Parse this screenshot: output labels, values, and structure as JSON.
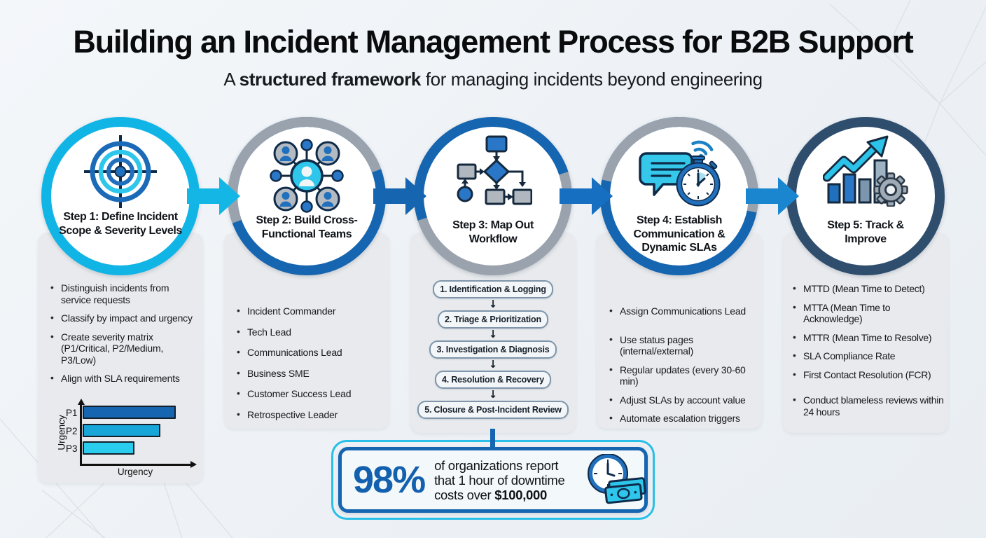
{
  "page": {
    "title": "Building an Incident Management Process for B2B Support",
    "subtitle_prefix": "A ",
    "subtitle_bold": "structured framework",
    "subtitle_suffix": " for managing incidents beyond engineering"
  },
  "steps": [
    {
      "label": "Step 1: Define Incident Scope & Severity Levels",
      "icon": "target-icon",
      "bullets": [
        "Distinguish incidents from service requests",
        "Classify by impact and urgency",
        "Create severity matrix (P1/Critical, P2/Medium, P3/Low)",
        "Align with SLA requirements"
      ]
    },
    {
      "label": "Step 2: Build Cross-Functional Teams",
      "icon": "team-network-icon",
      "bullets": [
        "Incident Commander",
        "Tech Lead",
        "Communications Lead",
        "Business SME",
        "Customer Success Lead",
        "Retrospective Leader"
      ]
    },
    {
      "label": "Step 3: Map Out Workflow",
      "icon": "flowchart-icon",
      "workflow": [
        "1. Identification & Logging",
        "2. Triage & Prioritization",
        "3. Investigation & Diagnosis",
        "4. Resolution & Recovery",
        "5. Closure & Post-Incident Review"
      ]
    },
    {
      "label": "Step 4: Establish Communication & Dynamic SLAs",
      "icon": "communication-timer-icon",
      "bullets": [
        "Assign Communications Lead",
        "Use status pages (internal/external)",
        "Regular updates (every 30-60 min)",
        "Adjust SLAs by account value",
        "Automate escalation triggers"
      ]
    },
    {
      "label": "Step 5: Track & Improve",
      "icon": "metrics-gear-icon",
      "bullets": [
        "MTTD (Mean Time to Detect)",
        "MTTA (Mean Time to Acknowledge)",
        "MTTR (Mean Time to Resolve)",
        "SLA Compliance Rate",
        "First Contact Resolution (FCR)",
        "Conduct blameless reviews within 24 hours"
      ]
    }
  ],
  "chart_data": {
    "type": "bar",
    "orientation": "horizontal",
    "title": "Severity vs Urgency matrix",
    "categories": [
      "P1",
      "P2",
      "P3"
    ],
    "values": [
      90,
      75,
      50
    ],
    "value_unit": "relative-percent-of-axis",
    "xlabel": "Urgency",
    "ylabel": "Urgency",
    "bar_colors": [
      "#1565b0",
      "#18a5d8",
      "#2bcdee"
    ],
    "grid": false,
    "legend": false
  },
  "stat": {
    "value": "98%",
    "line1": "of organizations report",
    "line2": "that 1 hour of downtime",
    "line3_prefix": "costs over ",
    "line3_bold": "$100,000",
    "icon": "downtime-cost-icon"
  },
  "colors": {
    "accent_cyan": "#14b6e6",
    "accent_blue": "#1565b0",
    "ring_gray": "#9aa3ad",
    "ring_navy": "#2f4e6e",
    "panel_bg": "#e8eaed",
    "stat_value": "#1361ae",
    "text": "#121418",
    "arrow_colors": [
      "#14b6e6",
      "#1565b0",
      "#166fc0",
      "#1a86cf"
    ]
  }
}
